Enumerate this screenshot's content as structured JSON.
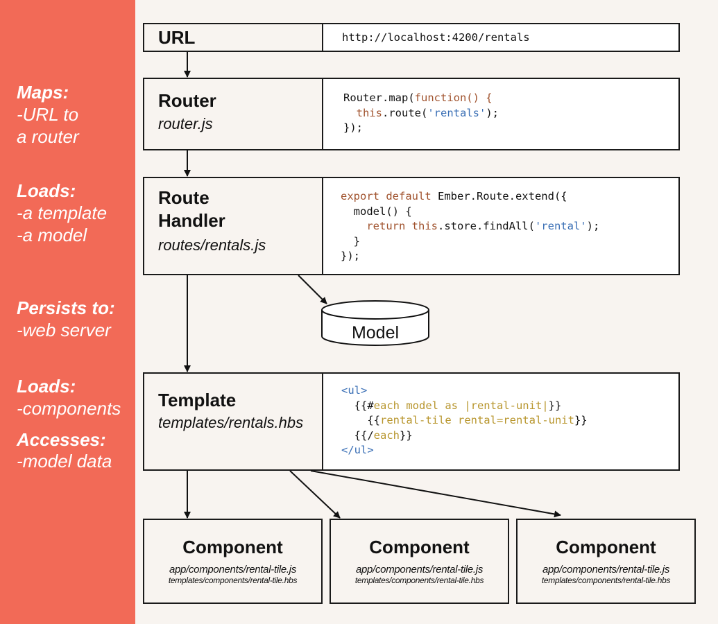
{
  "sidebar": {
    "maps_head": "Maps:",
    "maps_1": "-URL to",
    "maps_2": "a router",
    "loads1_head": "Loads:",
    "loads1_1": "-a template",
    "loads1_2": "-a model",
    "persists_head": "Persists to:",
    "persists_1": "-web server",
    "loads2_head": "Loads:",
    "loads2_1": "-components",
    "accesses_head": "Accesses:",
    "accesses_1": "-model data"
  },
  "url_box": {
    "title": "URL",
    "value": "http://localhost:4200/rentals"
  },
  "router_box": {
    "title": "Router",
    "file": "router.js",
    "code": {
      "l1a": "Router.map(",
      "l1b": "function() {",
      "l2a": "this",
      "l2b": ".route(",
      "l2c": "'rentals'",
      "l2d": ");",
      "l3": "});"
    }
  },
  "route_box": {
    "title_1": "Route",
    "title_2": "Handler",
    "file": "routes/rentals.js",
    "code": {
      "l1a": "export default",
      "l1b": " Ember.Route.extend({",
      "l2": "model() {",
      "l3a": "return this",
      "l3b": ".store.findAll(",
      "l3c": "'rental'",
      "l3d": ");",
      "l4": "}",
      "l5": "});"
    }
  },
  "model": {
    "label": "Model"
  },
  "template_box": {
    "title": "Template",
    "file": "templates/rentals.hbs",
    "code": {
      "l1": "<ul>",
      "l2a": "{{#",
      "l2b": "each model as |rental-unit|",
      "l2c": "}}",
      "l3a": "{{",
      "l3b": "rental-tile rental=rental-unit",
      "l3c": "}}",
      "l4a": "{{/",
      "l4b": "each",
      "l4c": "}}",
      "l5": "</ul>"
    }
  },
  "components": [
    {
      "title": "Component",
      "path_js": "app/components/rental-tile.js",
      "path_hbs": "templates/components/rental-tile.hbs"
    },
    {
      "title": "Component",
      "path_js": "app/components/rental-tile.js",
      "path_hbs": "templates/components/rental-tile.hbs"
    },
    {
      "title": "Component",
      "path_js": "app/components/rental-tile.js",
      "path_hbs": "templates/components/rental-tile.hbs"
    }
  ],
  "colors": {
    "sidebar": "#f26a57",
    "keyword": "#a0522d",
    "string": "#3a6fb5",
    "handlebars": "#b8962e"
  }
}
